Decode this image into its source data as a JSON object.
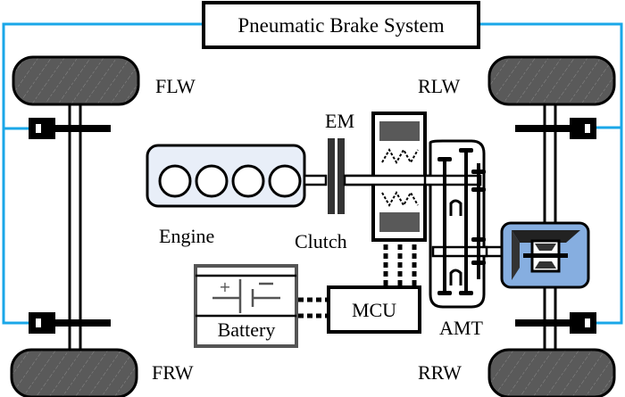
{
  "title": "Pneumatic Brake System",
  "labels": {
    "flw": "FLW",
    "rlw": "RLW",
    "frw": "FRW",
    "rrw": "RRW",
    "em": "EM",
    "engine": "Engine",
    "clutch": "Clutch",
    "battery": "Battery",
    "mcu": "MCU",
    "amt": "AMT"
  },
  "colors": {
    "brake_line": "#1aa7e8",
    "wheel_fill": "#5a5a5a",
    "engine_fill": "#e8eef8",
    "differential_fill": "#86aee0",
    "motor_core": "#595959",
    "outline": "#000000",
    "battery_outline": "#555555"
  },
  "battery_symbols": {
    "plus": "+",
    "minus": "−"
  }
}
